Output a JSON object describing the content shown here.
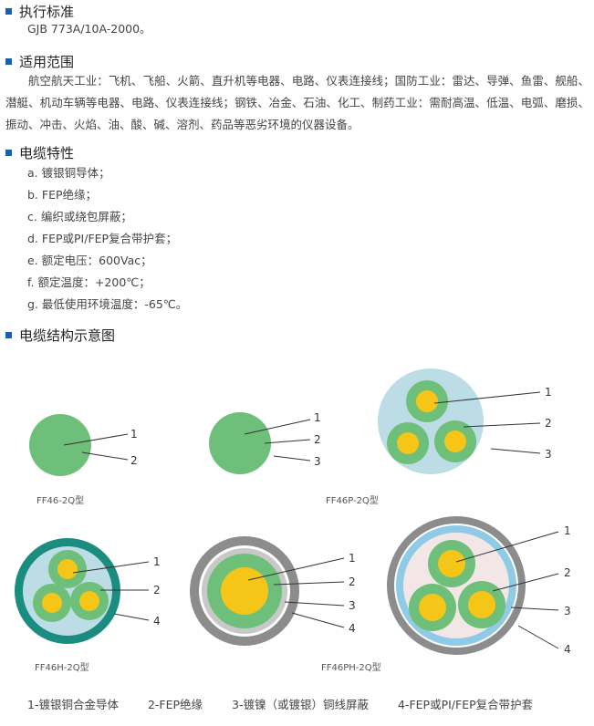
{
  "sections": {
    "standard": {
      "title": "执行标准",
      "text": "GJB 773A/10A-2000。"
    },
    "scope": {
      "title": "适用范围",
      "text": "航空航天工业：飞机、飞船、火箭、直升机等电器、电路、仪表连接线；国防工业：雷达、导弹、鱼雷、舰船、潜艇、机动车辆等电器、电路、仪表连接线；钢铁、冶金、石油、化工、制药工业：需耐高温、低温、电弧、磨损、振动、冲击、火焰、油、酸、碱、溶剂、药品等恶劣环境的仪器设备。"
    },
    "features": {
      "title": "电缆特性",
      "items": [
        "a. 镀银铜导体；",
        "b. FEP绝缘；",
        "c. 编织或绕包屏蔽；",
        "d. FEP或PI/FEP复合带护套；",
        "e. 额定电压：600Vac；",
        "f. 额定温度：+200℃；",
        "g. 最低使用环境温度：-65℃。"
      ]
    },
    "diagram": {
      "title": "电缆结构示意图"
    }
  },
  "diagrams": {
    "d1": {
      "model": "FF46-2Q型",
      "labels": [
        "1",
        "2"
      ]
    },
    "d2": {
      "model": "FF46P-2Q型",
      "labels": [
        "1",
        "2",
        "3"
      ]
    },
    "d3": {
      "labels": [
        "1",
        "2",
        "3"
      ]
    },
    "d4": {
      "model": "FF46H-2Q型",
      "labels": [
        "1",
        "2",
        "4"
      ]
    },
    "d5": {
      "labels": [
        "1",
        "2",
        "3",
        "4"
      ]
    },
    "d6": {
      "model": "FF46PH-2Q型",
      "labels": [
        "1",
        "2",
        "3",
        "4"
      ]
    }
  },
  "legend": [
    "1-镀银铜合金导体",
    "2-FEP绝缘",
    "3-镀镍（或镀银）铜线屏蔽",
    "4-FEP或PI/FEP复合带护套"
  ],
  "colors": {
    "bullet": "#1f5fa8",
    "insulation_green": "#6dbf7a",
    "conductor_yellow": "#f5c518",
    "shield_lightblue": "#bcdce6",
    "jacket_teal": "#1a8c80",
    "jacket_gray": "#8c8c8c",
    "jacket_lightblue": "#8fcbe6",
    "filler_pink": "#f3e6e6"
  }
}
